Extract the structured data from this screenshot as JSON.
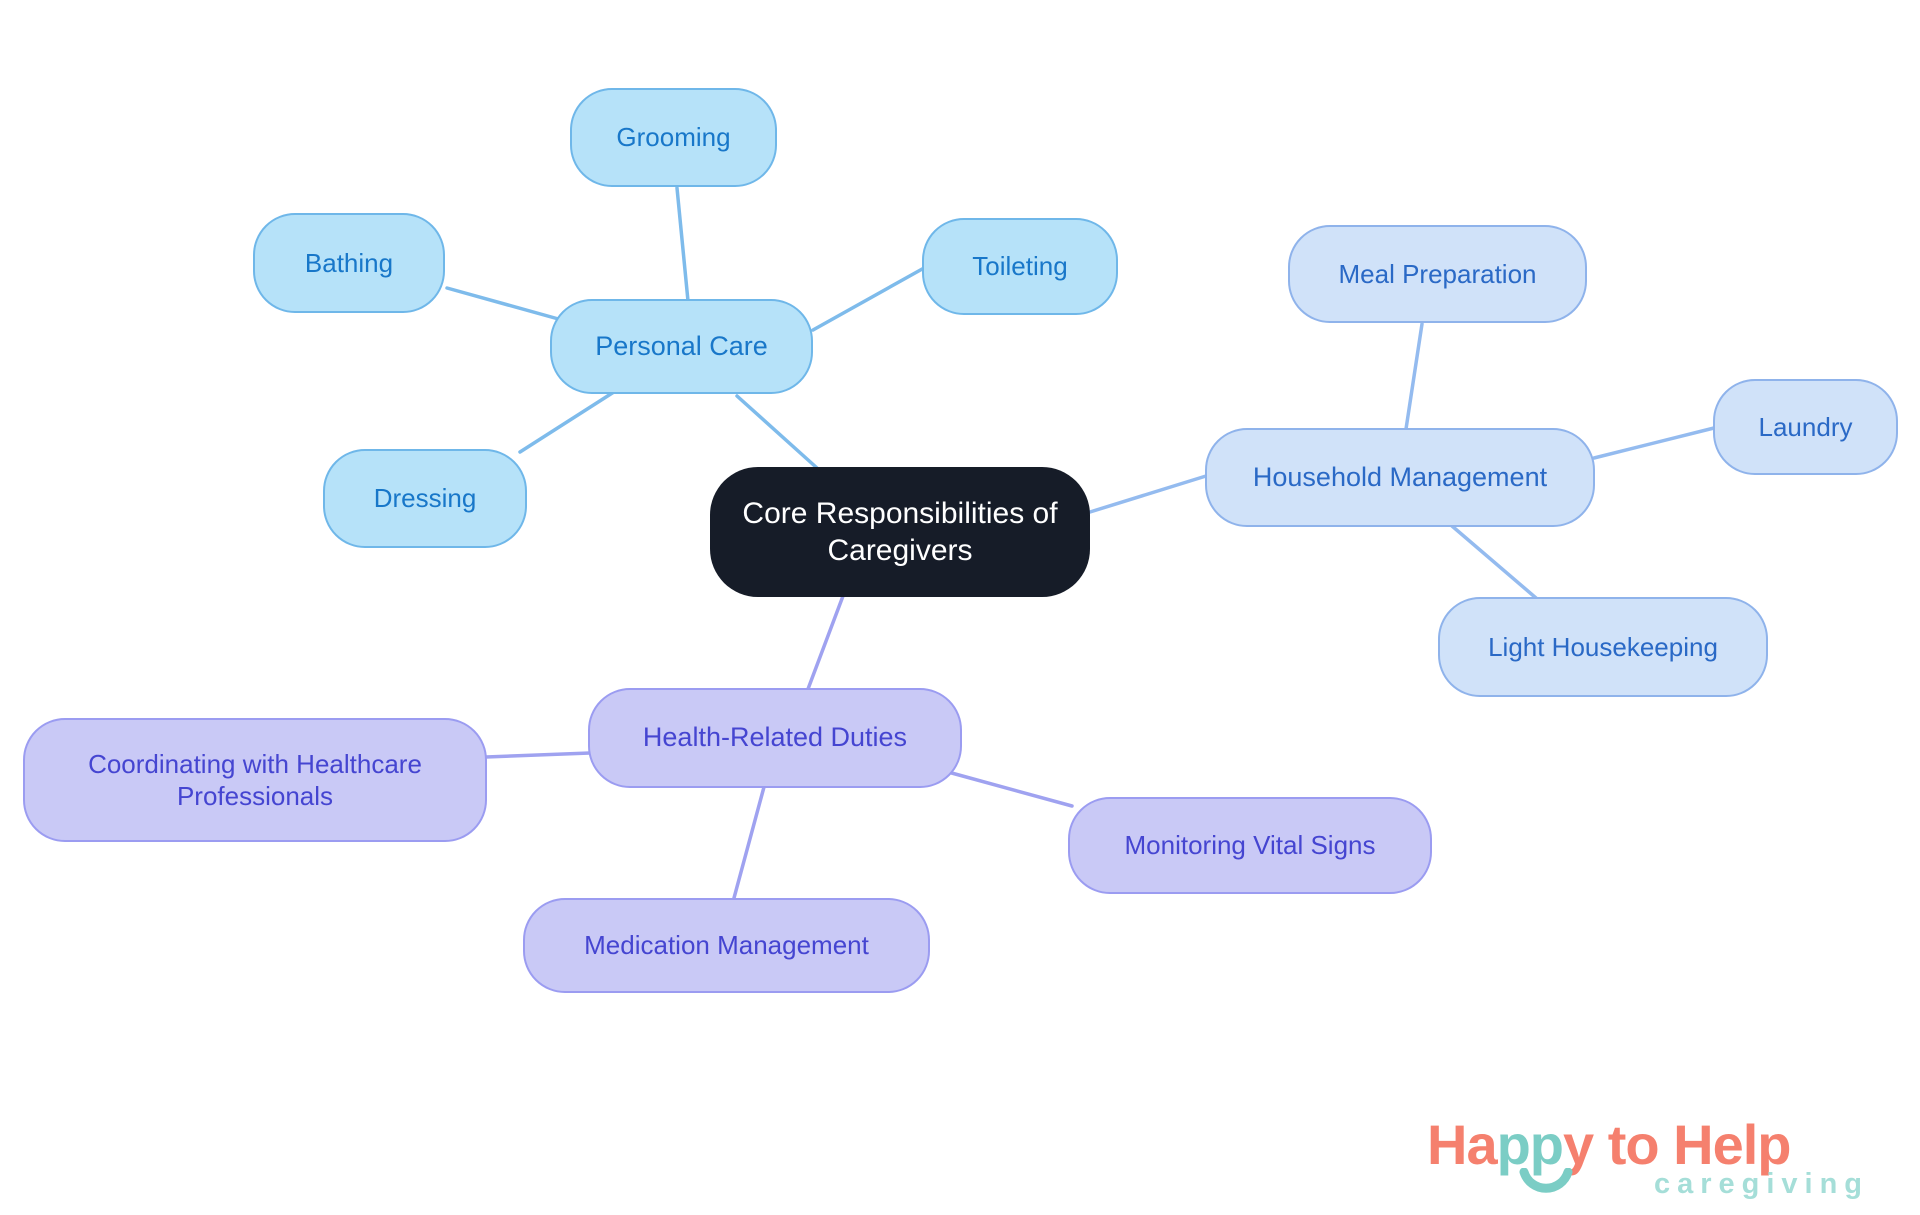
{
  "title": "Core Responsibilities of Caregivers",
  "mindmap": {
    "center": {
      "label": "Core Responsibilities of Caregivers",
      "fill": "#161C28",
      "text_color": "#FFFFFF"
    },
    "branches": [
      {
        "id": "personal-care",
        "label": "Personal Care",
        "fill": "#B6E2F9",
        "border": "#6FB7E9",
        "text_color": "#1877C9",
        "edge_color": "#7EBBEB",
        "children": [
          {
            "label": "Grooming"
          },
          {
            "label": "Bathing"
          },
          {
            "label": "Toileting"
          },
          {
            "label": "Dressing"
          }
        ]
      },
      {
        "id": "household-management",
        "label": "Household Management",
        "fill": "#D0E2F9",
        "border": "#8FB3EB",
        "text_color": "#2A69C6",
        "edge_color": "#94BBEF",
        "children": [
          {
            "label": "Meal Preparation"
          },
          {
            "label": "Laundry"
          },
          {
            "label": "Light Housekeeping"
          }
        ]
      },
      {
        "id": "health-related-duties",
        "label": "Health-Related Duties",
        "fill": "#C9C9F6",
        "border": "#9B9CF1",
        "text_color": "#4545D1",
        "edge_color": "#9FA2F0",
        "children": [
          {
            "label": "Coordinating with Healthcare Professionals"
          },
          {
            "label": "Monitoring Vital Signs"
          },
          {
            "label": "Medication Management"
          }
        ]
      }
    ]
  },
  "logo": {
    "part_ha": "Ha",
    "part_pp": "pp",
    "part_rest": "y to Help",
    "tagline": "caregiving",
    "coral": "#F5806E",
    "teal": "#7BCDC5",
    "tagline_color": "#A5DED8"
  }
}
